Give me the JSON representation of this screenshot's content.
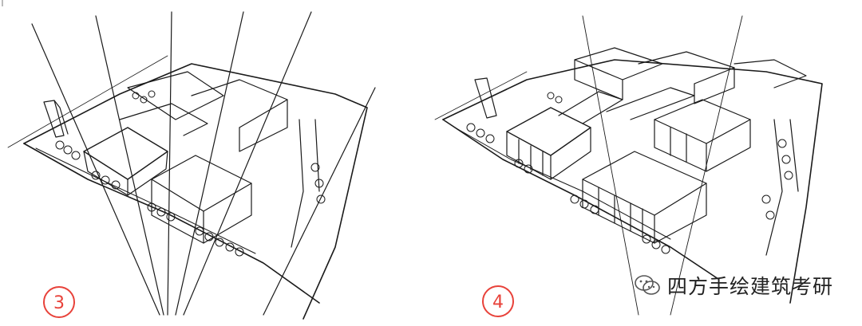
{
  "panels": [
    {
      "step": "3"
    },
    {
      "step": "4"
    }
  ],
  "watermark": {
    "text": "四方手绘建筑考研",
    "icon": "wechat-icon"
  },
  "colors": {
    "ink": "#1a1a1a",
    "accent": "#e8423a",
    "paper": "#ffffff"
  }
}
